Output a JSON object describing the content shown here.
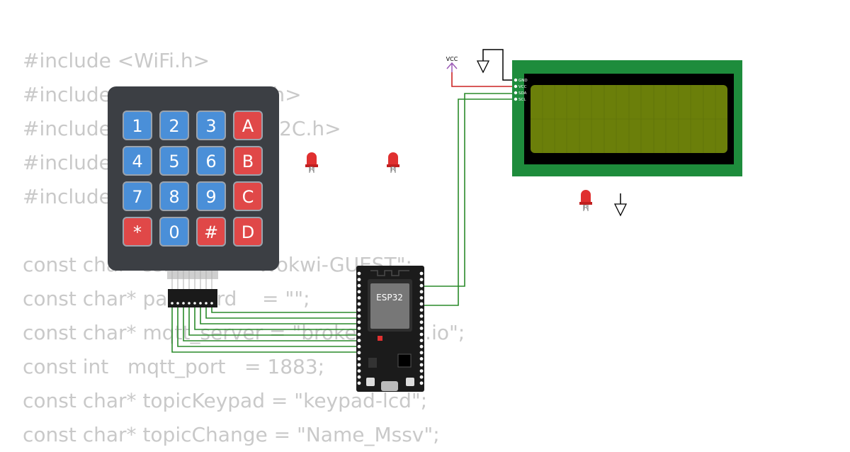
{
  "code_lines": [
    "#include <WiFi.h>",
    "#include <PubSubClient.h>",
    "#include <LiquidCrystal_I2C.h>",
    "#include <Keypad.h>",
    "#include <Wire.h>",
    "",
    "const char* ssid       = \"Wokwi-GUEST\";",
    "const char* password    = \"\";",
    "const char* mqtt_server = \"broker.emqx.io\";",
    "const int   mqtt_port   = 1883;",
    "const char* topicKeypad = \"keypad-lcd\";",
    "const char* topicChange = \"Name_Mssv\";"
  ],
  "keypad": {
    "keys": [
      "1",
      "2",
      "3",
      "A",
      "4",
      "5",
      "6",
      "B",
      "7",
      "8",
      "9",
      "C",
      "*",
      "0",
      "#",
      "D"
    ],
    "colors": {
      "body": "#3c3f44",
      "number": "#4a8fd8",
      "letter": "#e04848"
    }
  },
  "esp32": {
    "label": "ESP32"
  },
  "power": {
    "vcc_label": "VCC"
  },
  "lcd": {
    "pins": [
      "GND",
      "VCC",
      "SDA",
      "SCL"
    ],
    "colors": {
      "board": "#1e8c3c",
      "screen": "#6b7f0a",
      "bezel": "#000000"
    }
  },
  "leds": [
    {
      "label": "R"
    },
    {
      "label": "R"
    },
    {
      "label": "R"
    }
  ],
  "wire_colors": {
    "signal": "#2a8a2a",
    "power": "#cc2222",
    "ground": "#000000",
    "vcc_symbol": "#9b59b6"
  }
}
